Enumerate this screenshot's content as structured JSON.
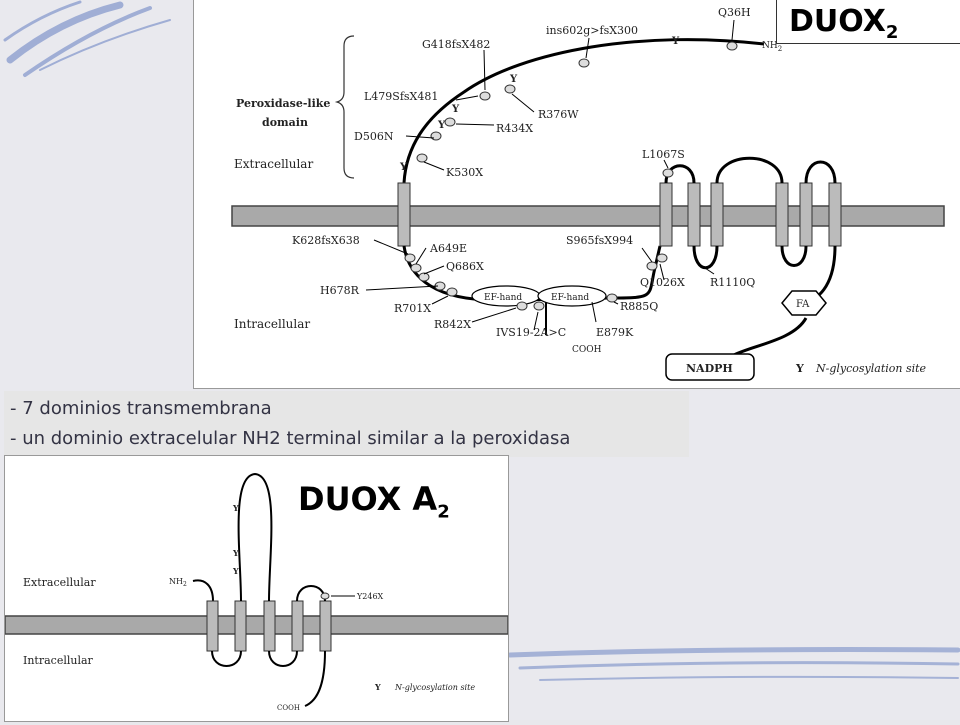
{
  "slide": {
    "title_duox2_main": "DUOX",
    "title_duox2_sub": "2",
    "title_duoxa2_main": "DUOX A",
    "title_duoxa2_sub": "2",
    "notes": [
      "- 7 dominios transmembrana",
      "- un dominio extracelular NH2 terminal similar a la peroxidasa"
    ]
  },
  "duox2_diagram": {
    "domain_label": [
      "Peroxidase-like",
      "domain"
    ],
    "region_extracellular": "Extracellular",
    "region_intracellular": "Intracellular",
    "nh2": "NH",
    "nh2_sub": "2",
    "cooh": "COOH",
    "ef_hand_1": "EF-hand",
    "ef_hand_2": "EF-hand",
    "fa": "FA",
    "nadph": "NADPH",
    "glyco_symbol": "Y",
    "glyco_legend": "N-glycosylation site",
    "mutations": {
      "q36h": "Q36H",
      "ins602": "ins602g>fsX300",
      "g418": "G418fsX482",
      "l479": "L479SfsX481",
      "r376w": "R376W",
      "r434x": "R434X",
      "d506n": "D506N",
      "k530x": "K530X",
      "l1067s": "L1067S",
      "k628": "K628fsX638",
      "a649e": "A649E",
      "q686x": "Q686X",
      "h678r": "H678R",
      "r701x": "R701X",
      "r842x": "R842X",
      "ivs19": "IVS19-2A>C",
      "e879k": "E879K",
      "r885q": "R885Q",
      "s965": "S965fsX994",
      "q1026x": "Q1026X",
      "r1110q": "R1110Q"
    }
  },
  "duoxa2_diagram": {
    "region_extracellular": "Extracellular",
    "region_intracellular": "Intracellular",
    "nh2": "NH",
    "nh2_sub": "2",
    "cooh": "COOH",
    "mutation_y246x": "Y246X",
    "glyco_symbol": "Y",
    "glyco_legend": "N-glycosylation site"
  }
}
